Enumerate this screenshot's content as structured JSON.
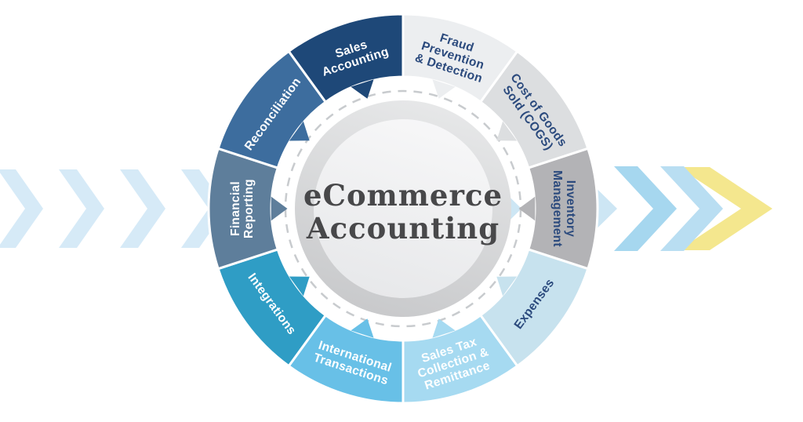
{
  "diagram": {
    "center_title_lines": [
      "eCommerce",
      "Accounting"
    ],
    "center_text_color": "#48484a",
    "ring": {
      "dashed_circle_color": "#c8cbce",
      "gap_color": "#ffffff",
      "center_ring_top": "#e7e8e9",
      "center_ring_bottom": "#c8c9cb",
      "center_disc_top": "#f7f7f8",
      "center_disc_bottom": "#e7e8ea"
    },
    "segments": [
      {
        "id": "fraud-prevention-detection",
        "label": "Fraud Prevention & Detection",
        "lines": [
          "Fraud",
          "Prevention",
          "& Detection"
        ],
        "color": "#eceef0",
        "text_color": "#2b4a7d"
      },
      {
        "id": "cost-of-goods-sold",
        "label": "Cost of Goods Sold (COGS)",
        "lines": [
          "Cost of Goods",
          "Sold (COGS)"
        ],
        "color": "#dcdee0",
        "text_color": "#2b4a7d"
      },
      {
        "id": "inventory-management",
        "label": "Inventory Management",
        "lines": [
          "Inventory",
          "Management"
        ],
        "color": "#b3b3b6",
        "text_color": "#2b4a7d"
      },
      {
        "id": "expenses",
        "label": "Expenses",
        "lines": [
          "Expenses"
        ],
        "color": "#c7e2ee",
        "text_color": "#2b4a7d"
      },
      {
        "id": "sales-tax-collection-remittance",
        "label": "Sales Tax Collection & Remittance",
        "lines": [
          "Sales Tax",
          "Collection &",
          "Remittance"
        ],
        "color": "#a6daf1",
        "text_color": "#ffffff"
      },
      {
        "id": "international-transactions",
        "label": "International Transactions",
        "lines": [
          "International",
          "Transactions"
        ],
        "color": "#68c0e7",
        "text_color": "#ffffff"
      },
      {
        "id": "integrations",
        "label": "Integrations",
        "lines": [
          "Integrations"
        ],
        "color": "#2f9dc5",
        "text_color": "#ffffff"
      },
      {
        "id": "financial-reporting",
        "label": "Financial Reporting",
        "lines": [
          "Financial",
          "Reporting"
        ],
        "color": "#5e7e9b",
        "text_color": "#ffffff"
      },
      {
        "id": "reconciliation",
        "label": "Reconciliation",
        "lines": [
          "Reconciliation"
        ],
        "color": "#3d6d9e",
        "text_color": "#ffffff"
      },
      {
        "id": "sales-accounting",
        "label": "Sales Accounting",
        "lines": [
          "Sales",
          "Accounting"
        ],
        "color": "#1e4878",
        "text_color": "#ffffff"
      }
    ],
    "arrows": {
      "pale_blue": "#d6eaf7",
      "pale_blue_behind": "#cde6f4",
      "mid_blue_front": "#a6d7ef",
      "mid_blue_back": "#b9def2",
      "yellow": "#f4e78e"
    }
  }
}
